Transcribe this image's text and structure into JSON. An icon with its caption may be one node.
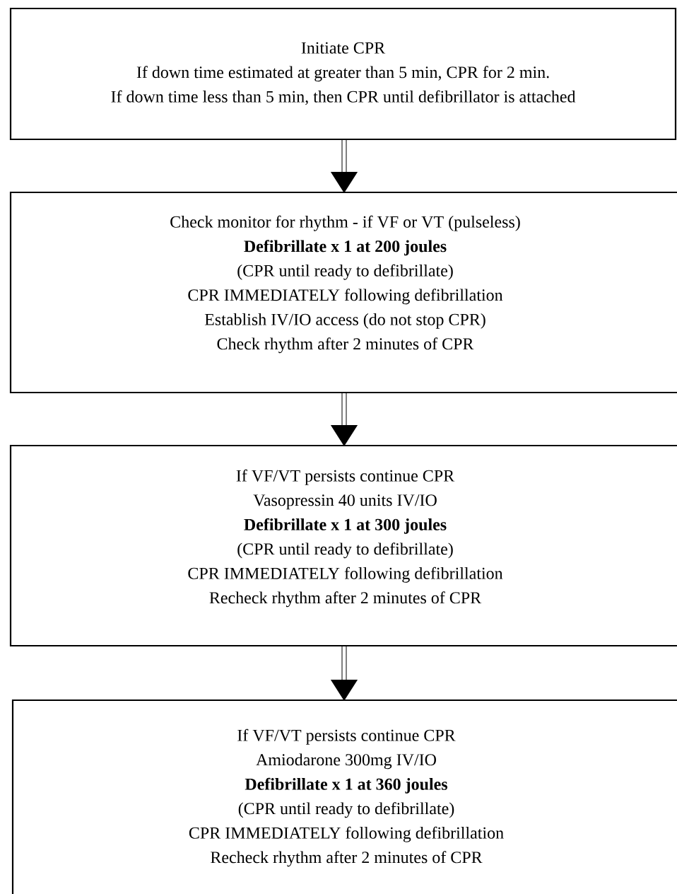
{
  "diagram": {
    "nodes": [
      {
        "text": [
          "Initiate CPR",
          "If down time estimated at greater than 5 min, CPR for 2 min.",
          "If down time less than 5 min, then CPR until defibrillator is attached"
        ]
      },
      {
        "text": [
          "Check monitor for rhythm - if VF or VT (pulseless)",
          "**Defibrillate x 1 at 200 joules**",
          "(CPR until ready to defibrillate)",
          "CPR IMMEDIATELY following defibrillation",
          "Establish IV/IO access (do not stop CPR)",
          "Check rhythm after 2 minutes of CPR"
        ]
      },
      {
        "text": [
          "If VF/VT persists continue CPR",
          "Vasopressin 40 units IV/IO",
          "**Defibrillate x 1 at 300 joules**",
          "(CPR until ready to defibrillate)",
          "CPR IMMEDIATELY following defibrillation",
          "Recheck rhythm after 2 minutes of CPR"
        ]
      },
      {
        "text": [
          "If VF/VT persists continue CPR",
          "Amiodarone 300mg IV/IO",
          "**Defibrillate x 1 at 360 joules**",
          "(CPR until ready to defibrillate)",
          "CPR IMMEDIATELY following defibrillation",
          "Recheck rhythm after 2 minutes of CPR"
        ]
      }
    ],
    "edges": [
      {
        "from": 0,
        "to": 1,
        "arrow": "to"
      },
      {
        "from": 1,
        "to": 2,
        "arrow": "to"
      },
      {
        "from": 2,
        "to": 3,
        "arrow": "to"
      }
    ]
  }
}
